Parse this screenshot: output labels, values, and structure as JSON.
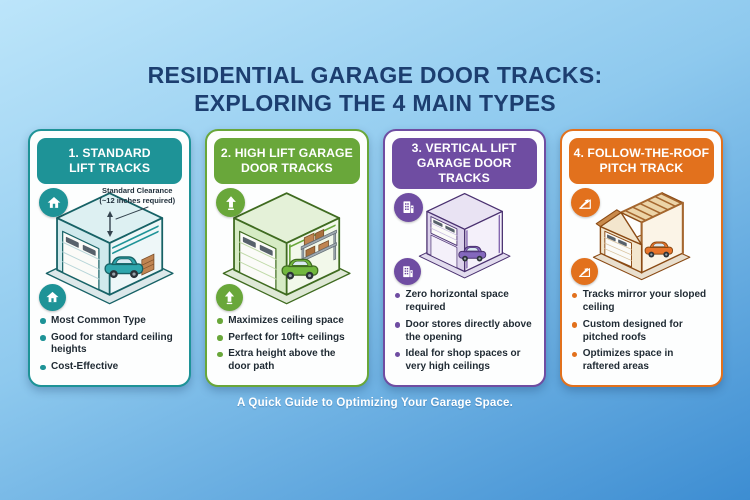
{
  "page": {
    "title_line1": "RESIDENTIAL GARAGE DOOR TRACKS:",
    "title_line2": "EXPLORING THE 4 MAIN TYPES",
    "footer": "A Quick Guide to Optimizing Your Garage Space.",
    "title_color": "#1c3e70",
    "background_top": "#bce5fa",
    "background_bottom": "#3d8dd2"
  },
  "cards": [
    {
      "id": "standard-lift-tracks",
      "icon": "home-icon",
      "title_line1": "1. STANDARD",
      "title_line2": "LIFT TRACKS",
      "annotation_line1": "Standard Clearance",
      "annotation_line2": "(~12 inches required)",
      "bullets": [
        "Most Common Type",
        "Good for standard ceiling heights",
        "Cost-Effective"
      ],
      "colors": {
        "accent": "#1e9397",
        "line": "#176266",
        "top": "#ddf0f2",
        "wall": "#cfe9ec",
        "inner": "#eef7f8",
        "slab": "#dce8ea",
        "car": "#2fa7ad",
        "slat": "#b7d5d8"
      }
    },
    {
      "id": "high-lift-garage-door-tracks",
      "icon": "up-arrow-icon",
      "title_line1": "2. HIGH LIFT GARAGE",
      "title_line2": "DOOR TRACKS",
      "bullets": [
        "Maximizes ceiling space",
        "Perfect for 10ft+ ceilings",
        "Extra height above the door path"
      ],
      "colors": {
        "accent": "#69a73a",
        "line": "#3f6b20",
        "top": "#e4f1d8",
        "wall": "#d6ebc4",
        "inner": "#f2f8ea",
        "slab": "#dfe9d6",
        "car": "#72b83e",
        "slat": "#c0daa8"
      }
    },
    {
      "id": "vertical-lift-garage-door-tracks",
      "icon": "building-icon",
      "title_line1": "3. VERTICAL LIFT",
      "title_line2": "GARAGE DOOR TRACKS",
      "bullets": [
        "Zero horizontal space required",
        "Door stores directly above the opening",
        "Ideal for shop spaces or very high ceilings"
      ],
      "colors": {
        "accent": "#6f4da2",
        "line": "#4a3170",
        "top": "#e9e3f3",
        "wall": "#dcd2ec",
        "inner": "#f4f0fa",
        "slab": "#e2dcee",
        "car": "#8468bd",
        "slat": "#c6b9de"
      }
    },
    {
      "id": "follow-the-roof-pitch-track",
      "icon": "slope-icon",
      "title_line1": "4. FOLLOW-THE-ROOF",
      "title_line2": "PITCH TRACK",
      "bullets": [
        "Tracks mirror your sloped ceiling",
        "Custom designed for pitched roofs",
        "Optimizes space in raftered areas"
      ],
      "colors": {
        "accent": "#e2711d",
        "line": "#8a4a14",
        "top": "#f6e9d6",
        "wall": "#f3e6cd",
        "inner": "#fbf4e7",
        "slab": "#e9dfce",
        "car": "#e8742b",
        "slat": "#d9c39e",
        "wood": "#c98a4b",
        "wood_dark": "#a5672f",
        "deck": "#ecd4a8"
      }
    }
  ]
}
